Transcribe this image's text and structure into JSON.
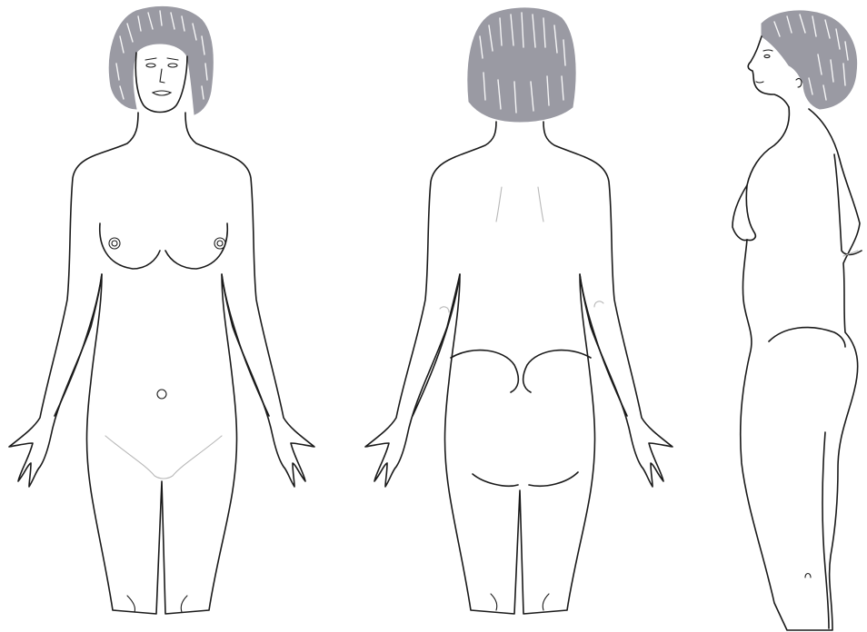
{
  "figure": {
    "views": [
      "front",
      "back",
      "side"
    ]
  },
  "colors": {
    "background": "#ffffff",
    "outline": "#1a1a1a",
    "hair": "#9a9aa3",
    "hair_streak": "#ffffff",
    "faint_line": "#b8b8b8"
  },
  "icons": {
    "front": "female-body-front-outline",
    "back": "female-body-back-outline",
    "side": "female-body-side-outline"
  }
}
